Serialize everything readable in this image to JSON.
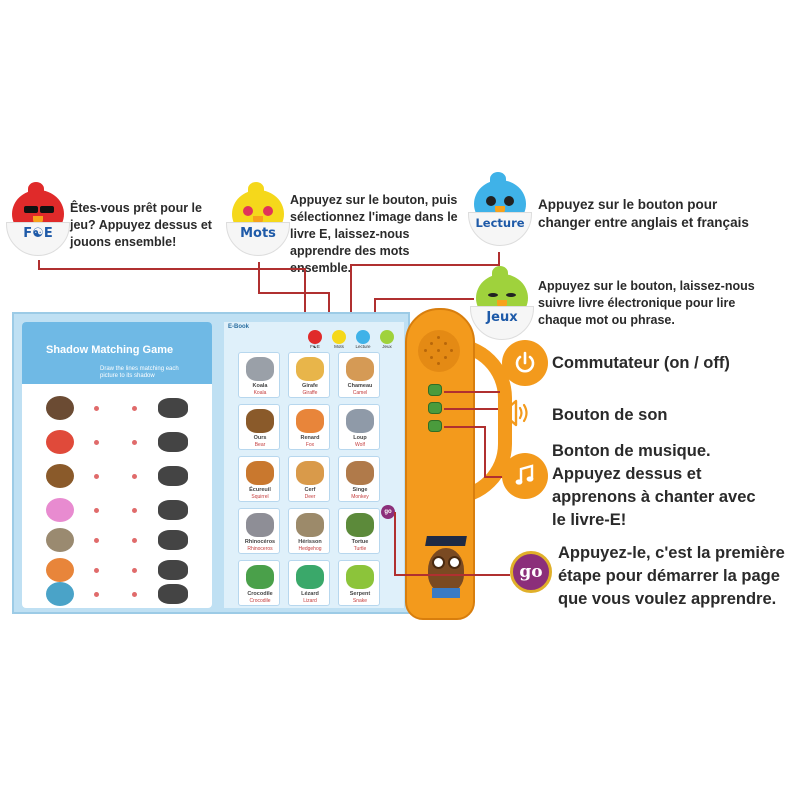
{
  "callouts": {
    "foe": {
      "badge": "F☯E",
      "text": "Êtes-vous prêt pour le jeu? Appuyez dessus et jouons ensemble!"
    },
    "mots": {
      "badge": "Mots",
      "text": "Appuyez sur le bouton, puis sélectionnez l'image dans le livre E, laissez-nous apprendre des mots ensemble."
    },
    "lecture": {
      "badge": "Lecture",
      "text": "Appuyez sur le bouton pour changer entre anglais et français"
    },
    "jeux": {
      "badge": "Jeux",
      "text": "Appuyez sur le bouton, laissez-nous suivre livre électronique pour lire chaque mot ou phrase."
    },
    "power": {
      "text": "Commutateur (on / off)"
    },
    "sound": {
      "text": "Bouton de son"
    },
    "music": {
      "text": "Bonton de musique. Appuyez dessus et apprenons à chanter avec le livre-E!"
    },
    "go": {
      "badge": "go",
      "text": "Appuyez-le, c'est la première étape pour démarrer la page que vous voulez apprendre."
    }
  },
  "book": {
    "left_page": {
      "title": "Shadow Matching Game",
      "subtitle": "Draw the lines matching each picture to its shadow"
    },
    "right_page": {
      "header": "E-Book",
      "mode_labels": [
        "F☯E",
        "Mots",
        "Lecture",
        "Jeux"
      ],
      "cards": [
        {
          "fr": "Koala",
          "en": "Koala"
        },
        {
          "fr": "Girafe",
          "en": "Giraffe"
        },
        {
          "fr": "Chameau",
          "en": "Camel"
        },
        {
          "fr": "Ours",
          "en": "Bear"
        },
        {
          "fr": "Renard",
          "en": "Fox"
        },
        {
          "fr": "Loup",
          "en": "Wolf"
        },
        {
          "fr": "Écureuil",
          "en": "Squirrel"
        },
        {
          "fr": "Cerf",
          "en": "Deer"
        },
        {
          "fr": "Singe",
          "en": "Monkey"
        },
        {
          "fr": "Rhinocéros",
          "en": "Rhinoceros"
        },
        {
          "fr": "Hérisson",
          "en": "Hedgehog"
        },
        {
          "fr": "Tortue",
          "en": "Turtle"
        },
        {
          "fr": "Crocodile",
          "en": "Crocodile"
        },
        {
          "fr": "Lézard",
          "en": "Lizard"
        },
        {
          "fr": "Serpent",
          "en": "Snake"
        }
      ],
      "go_label": "go"
    }
  },
  "colors": {
    "chick_red": "#e02a2a",
    "chick_yellow": "#f5d81b",
    "chick_blue": "#3fb2e8",
    "chick_green": "#9fd23c",
    "label_blue": "#1e5aa8",
    "power_orange": "#f39a1c",
    "music_orange": "#f39a1c",
    "go_purple": "#8b2f7a"
  },
  "icons": {
    "power": "power-icon",
    "speaker": "speaker-icon",
    "music": "music-note-icon"
  }
}
